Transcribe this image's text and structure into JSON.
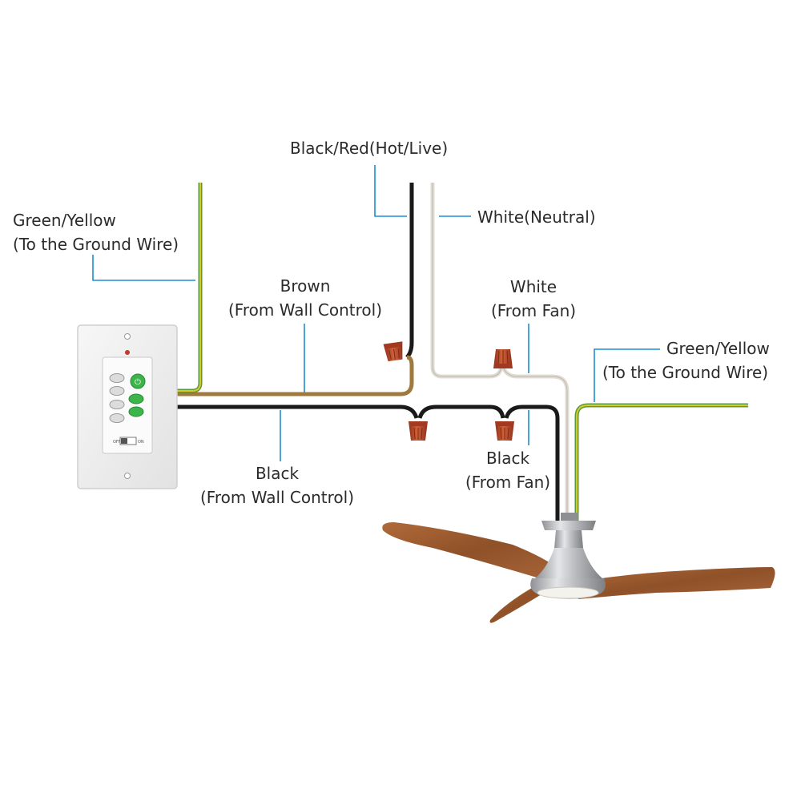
{
  "labels": {
    "hot": "Black/Red(Hot/Live)",
    "neutral": "White(Neutral)",
    "ground_left_1": "Green/Yellow",
    "ground_left_2": "(To the Ground Wire)",
    "brown_1": "Brown",
    "brown_2": "(From Wall Control)",
    "white_fan_1": "White",
    "white_fan_2": "(From Fan)",
    "ground_right_1": "Green/Yellow",
    "ground_right_2": "(To the Ground Wire)",
    "black_fan_1": "Black",
    "black_fan_2": "(From Fan)",
    "black_wall_1": "Black",
    "black_wall_2": "(From Wall Control)"
  },
  "wall_control": {
    "switch_off": "OFF",
    "switch_on": "ON"
  },
  "colors": {
    "leader": "#1b8fd0",
    "black_wire": "#1a1a1a",
    "brown_wire": "#a07a3c",
    "white_wire": "#e9e4dc",
    "ground_green": "#5a9a3a",
    "ground_yellow": "#d8c830",
    "wire_nut": "#b84a2c",
    "wood": "#9a5a30",
    "button_green": "#3bb54a"
  }
}
